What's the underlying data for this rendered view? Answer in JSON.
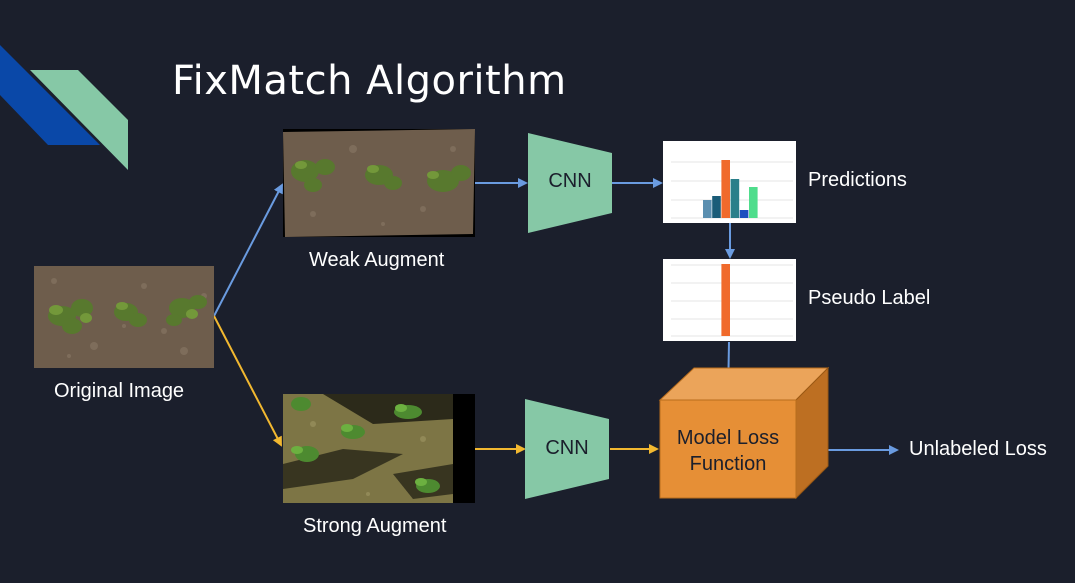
{
  "title": "FixMatch Algorithm",
  "images": {
    "original": "Original Image",
    "weak": "Weak Augment",
    "strong": "Strong Augment"
  },
  "nodes": {
    "cnn_top": "CNN",
    "cnn_bottom": "CNN",
    "loss_line1": "Model Loss",
    "loss_line2": "Function"
  },
  "outputs": {
    "predictions": "Predictions",
    "pseudo_label": "Pseudo Label",
    "unlabeled_loss": "Unlabeled Loss"
  },
  "colors": {
    "background": "#1b1f2c",
    "weak_path": "#6a9be0",
    "strong_path": "#f2b830",
    "cnn_fill": "#86c8a6",
    "loss_fill": "#e68f36",
    "accent_blue": "#0a48a8",
    "accent_green": "#86c8a6"
  },
  "chart_data": [
    {
      "type": "bar",
      "name": "predictions-histogram",
      "values": [
        0.18,
        0.22,
        0.58,
        0.39,
        0.08,
        0.31
      ],
      "colors": [
        "#5b8fb0",
        "#1a5c78",
        "#f06a2c",
        "#2a7f8a",
        "#1c4fbf",
        "#4fdd8c"
      ],
      "ylim": [
        0,
        1
      ]
    },
    {
      "type": "bar",
      "name": "pseudo-label-histogram",
      "values": [
        0,
        0,
        1,
        0,
        0,
        0
      ],
      "colors": [
        "#5b8fb0",
        "#1a5c78",
        "#f06a2c",
        "#2a7f8a",
        "#1c4fbf",
        "#4fdd8c"
      ],
      "ylim": [
        0,
        1
      ]
    }
  ]
}
